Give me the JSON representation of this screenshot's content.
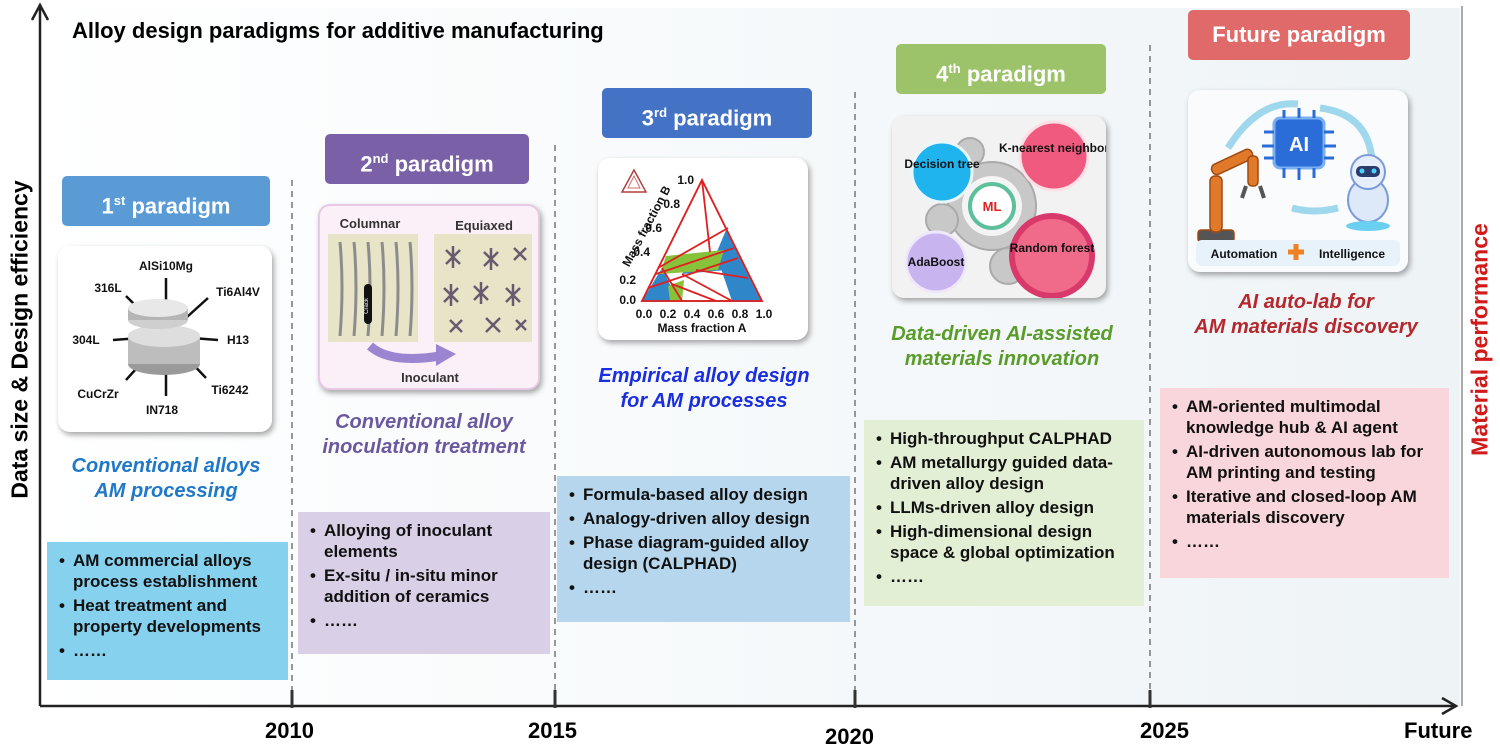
{
  "title": "Alloy design paradigms for additive manufacturing",
  "y_axis_left": "Data size & Design efficiency",
  "y_axis_right": "Material performance",
  "x_ticks": [
    "2010",
    "2015",
    "2020",
    "2025",
    "Future"
  ],
  "colors": {
    "p1": "#5b9bd5",
    "p2": "#7a60a6",
    "p3": "#4472c4",
    "p4": "#9dc36a",
    "p5": "#e06a6a"
  },
  "paradigms": [
    {
      "ord": "1",
      "sup": "st",
      "label": "paradigm",
      "subtitle_lines": [
        "Conventional alloys",
        "AM processing"
      ],
      "bullets": [
        "AM commercial alloys process establishment",
        "Heat treatment and property developments",
        "……"
      ],
      "image": {
        "alloys": [
          "AlSi10Mg",
          "316L",
          "Ti6Al4V",
          "304L",
          "H13",
          "CuCrZr",
          "Ti6242",
          "IN718"
        ]
      }
    },
    {
      "ord": "2",
      "sup": "nd",
      "label": "paradigm",
      "subtitle_lines": [
        "Conventional alloy",
        "inoculation treatment"
      ],
      "bullets": [
        "Alloying of inoculant elements",
        "Ex-situ / in-situ minor addition of ceramics",
        "……"
      ],
      "image": {
        "left_label": "Columnar",
        "right_label": "Equiaxed",
        "arrow_label": "Inoculant",
        "crack_label": "Crack"
      }
    },
    {
      "ord": "3",
      "sup": "rd",
      "label": "paradigm",
      "subtitle_lines": [
        "Empirical alloy design",
        "for AM processes"
      ],
      "bullets": [
        "Formula-based alloy design",
        "Analogy-driven alloy design",
        "Phase diagram-guided alloy design (CALPHAD)",
        "……"
      ],
      "image": {
        "xlabel": "Mass fraction A",
        "ylabel": "Mass fraction B",
        "xticks": [
          "0.0",
          "0.2",
          "0.4",
          "0.6",
          "0.8",
          "1.0"
        ],
        "yticks": [
          "0.0",
          "0.2",
          "0.4",
          "0.6",
          "0.8",
          "1.0"
        ]
      }
    },
    {
      "ord": "4",
      "sup": "th",
      "label": "paradigm",
      "subtitle_lines": [
        "Data-driven AI-assisted",
        "materials innovation"
      ],
      "bullets": [
        "High-throughput CALPHAD",
        "AM metallurgy guided data-driven alloy design",
        "LLMs-driven alloy design",
        "High-dimensional design space & global optimization",
        "……"
      ],
      "image": {
        "center": "ML",
        "nodes": [
          "Decision tree",
          "K-nearest neighbor",
          "AdaBoost",
          "Random forest"
        ]
      }
    },
    {
      "ord": "",
      "sup": "",
      "label": "Future paradigm",
      "subtitle_lines": [
        "AI auto-lab for",
        "AM materials discovery"
      ],
      "bullets": [
        "AM-oriented multimodal knowledge hub & AI agent",
        "AI-driven autonomous lab for AM printing and testing",
        "Iterative and closed-loop AM materials discovery",
        "……"
      ],
      "image": {
        "center": "AI",
        "left_label": "Automation",
        "right_label": "Intelligence"
      }
    }
  ]
}
